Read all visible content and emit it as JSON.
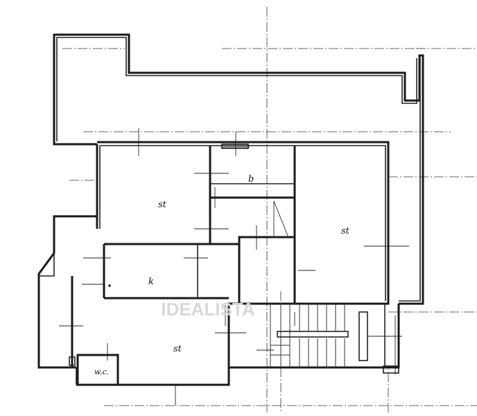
{
  "rooms": {
    "room_1": "st",
    "room_2": "b",
    "room_3": "st",
    "room_4": "k",
    "room_5": "st",
    "room_6": "w.c."
  },
  "watermark": "IDEALISTA"
}
